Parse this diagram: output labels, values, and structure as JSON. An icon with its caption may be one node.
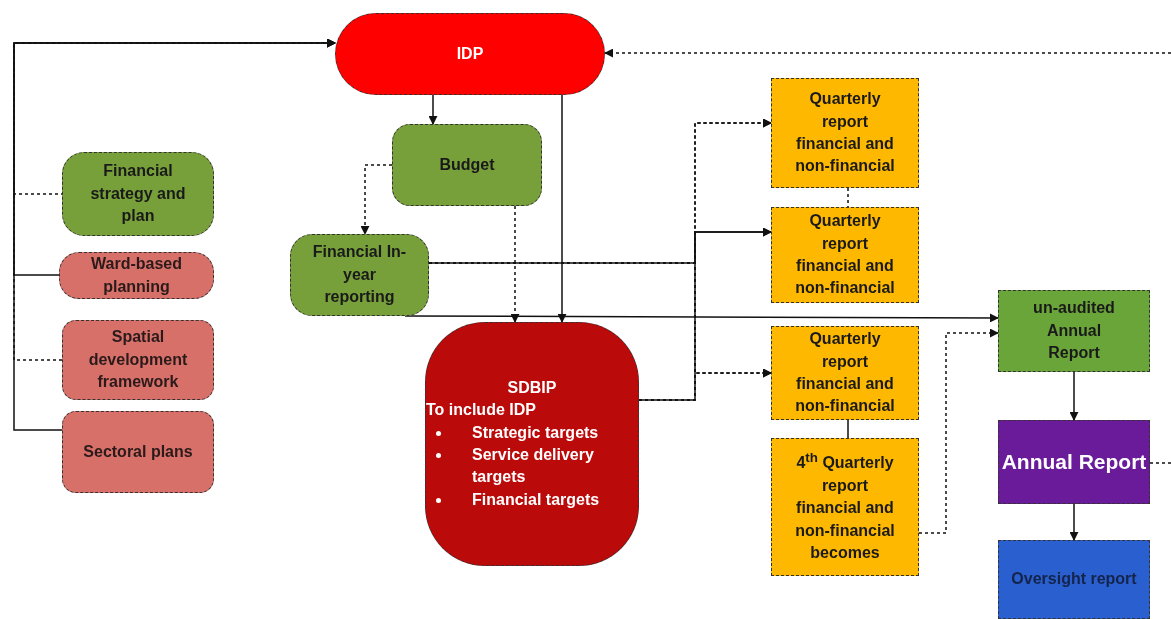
{
  "diagram": {
    "nodes": [
      {
        "text": [
          "IDP"
        ]
      },
      {
        "text": [
          "Budget"
        ]
      },
      {
        "text": [
          "Financial strategy and plan"
        ]
      },
      {
        "text": [
          "Ward-based planning"
        ]
      },
      {
        "text": [
          "Financial In-year reporting"
        ]
      },
      {
        "text": [
          "Spatial development framework"
        ]
      },
      {
        "text": [
          "Sectoral plans"
        ]
      },
      {
        "text": [
          "SDBIP",
          "To include IDP",
          "Strategic targets",
          "Service delivery targets",
          "Financial targets"
        ]
      },
      {
        "text": [
          "Quarterly report financial and non-financial"
        ]
      },
      {
        "text": [
          "Quarterly report financial and non-financial"
        ]
      },
      {
        "text": [
          "Quarterly report financial and non-financial"
        ]
      },
      {
        "text": [
          "4$^{th}$ Quarterly report financial and non-financial becomes"
        ]
      },
      {
        "text": [
          "un-audited Annual Report"
        ]
      },
      {
        "text": [
          "Annual Report"
        ]
      },
      {
        "text": [
          "Oversight report"
        ]
      }
    ],
    "edges": [
      {
        "from": 2,
        "to": 0,
        "arrow": "to",
        "style": "dashed"
      },
      {
        "from": 3,
        "to": 0,
        "arrow": "to"
      },
      {
        "from": 5,
        "to": 0,
        "arrow": "to",
        "style": "dashed"
      },
      {
        "from": 6,
        "to": 0,
        "arrow": "to"
      },
      {
        "from": 0,
        "to": 1,
        "arrow": "to"
      },
      {
        "from": 1,
        "to": 4,
        "arrow": "to",
        "style": "dashed"
      },
      {
        "from": 1,
        "to": 7,
        "arrow": "to",
        "style": "dashed"
      },
      {
        "from": 0,
        "to": 7,
        "arrow": "to"
      },
      {
        "from": 4,
        "to": 8,
        "arrow": "to",
        "style": "dashed"
      },
      {
        "from": 4,
        "to": 9,
        "arrow": "to"
      },
      {
        "from": 4,
        "to": 10,
        "arrow": "to",
        "style": "dashed"
      },
      {
        "from": 7,
        "to": 8,
        "arrow": "to",
        "style": "dashed"
      },
      {
        "from": 7,
        "to": 9,
        "arrow": "to"
      },
      {
        "from": 7,
        "to": 10,
        "arrow": "to",
        "style": "dashed"
      },
      {
        "from": 8,
        "to": 9,
        "arrow": "none",
        "style": "dashed"
      },
      {
        "from": 10,
        "to": 11,
        "arrow": "none"
      },
      {
        "from": 4,
        "to": 12,
        "arrow": "to"
      },
      {
        "from": 11,
        "to": 12,
        "arrow": "to",
        "style": "dashed"
      },
      {
        "from": 12,
        "to": 13,
        "arrow": "to"
      },
      {
        "from": 13,
        "to": 14,
        "arrow": "to"
      },
      {
        "from": null,
        "to": 0,
        "arrow": "to",
        "style": "dashed"
      },
      {
        "from": 13,
        "to": null,
        "arrow": "none",
        "style": "dashed"
      }
    ]
  }
}
